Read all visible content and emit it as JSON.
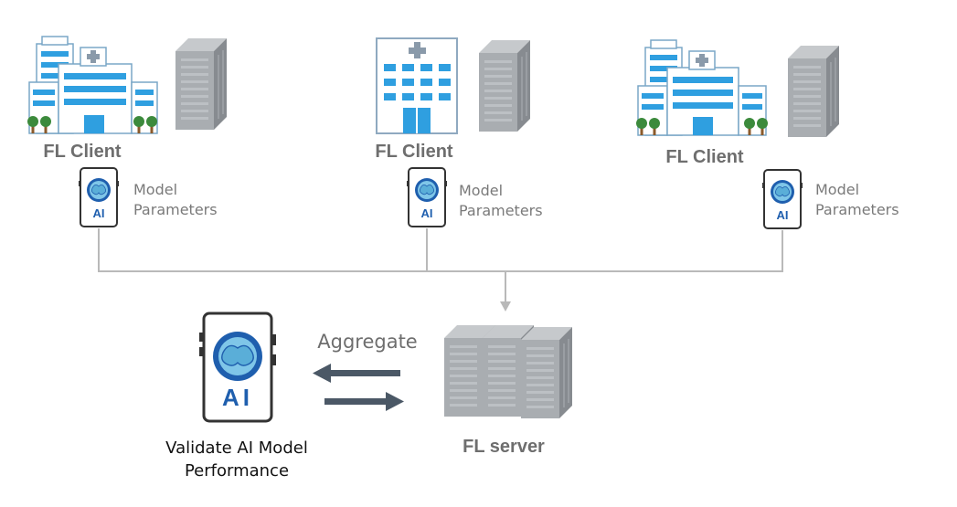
{
  "clients": [
    {
      "title": "FL Client",
      "param_label_line1": "Model",
      "param_label_line2": "Parameters"
    },
    {
      "title": "FL Client",
      "param_label_line1": "Model",
      "param_label_line2": "Parameters"
    },
    {
      "title": "FL Client",
      "param_label_line1": "Model",
      "param_label_line2": "Parameters"
    }
  ],
  "device_badge": "AI",
  "aggregate_label": "Aggregate",
  "validate_label_line1": "Validate AI Model",
  "validate_label_line2": "Performance",
  "server_label": "FL server",
  "colors": {
    "connector": "#b9b9b9",
    "arrow": "#4b5866",
    "building_window": "#2f9fe0",
    "building_wall": "#ffffff",
    "building_outline": "#7aa7c7",
    "cross": "#8a9aaa",
    "server_face": "#a9adb1",
    "server_side": "#878b90",
    "server_top": "#c6c9cc",
    "device_outline": "#333333",
    "brain_ring": "#1f5fae",
    "brain": "#7fc6e8",
    "badge_text": "#1f5fae",
    "tree": "#3c8a3c",
    "trunk": "#8a5a2b"
  }
}
